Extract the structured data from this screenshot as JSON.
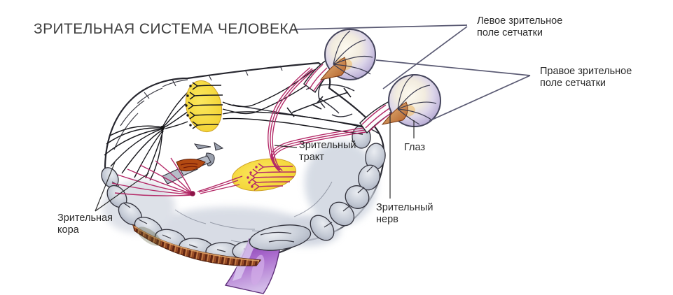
{
  "title": "ЗРИТЕЛЬНАЯ СИСТЕМА ЧЕЛОВЕКА",
  "labels": {
    "left_visual_field": {
      "line1": "Левое зрительное",
      "line2": "поле сетчатки"
    },
    "right_visual_field": {
      "line1": "Правое зрительное",
      "line2": "поле сетчатки"
    },
    "eye": {
      "line1": "Глаз"
    },
    "optic_nerve": {
      "line1": "Зрительный",
      "line2": "нерв"
    },
    "optic_tract": {
      "line1": "Зрительный",
      "line2": "тракт"
    },
    "visual_cortex": {
      "line1": "Зрительная",
      "line2": "кора"
    }
  },
  "palette": {
    "bg": "#ffffff",
    "text": "#2b2b2b",
    "title_text": "#3f3f3f",
    "leader_line": "#5a5a73",
    "annotation_line": "#2c2c2c",
    "fiber_pink": "#b42a68",
    "fiber_black": "#17171c",
    "lgn_yellow": "#f6db3a",
    "eye_lavender": "#a89dcb",
    "nerve_tan": "#d99a5c",
    "cortex_brown": "#a8562c",
    "brainstem_purple": "#9a52c0",
    "brain_gray": "#c3c9d4",
    "outline": "#26262e"
  }
}
